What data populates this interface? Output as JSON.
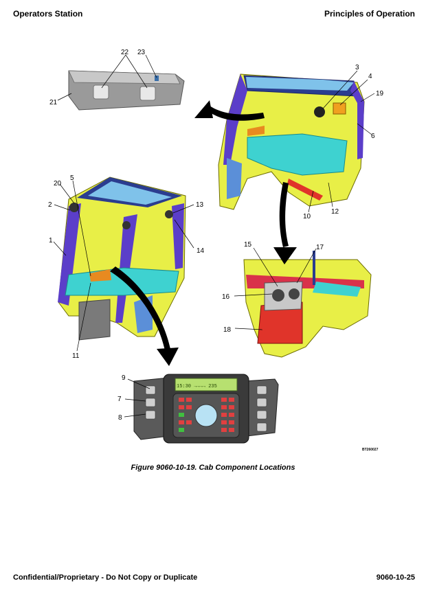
{
  "header": {
    "left": "Operators Station",
    "right": "Principles of Operation"
  },
  "figure": {
    "caption": "Figure 9060-10-19.  Cab Component Locations",
    "ref_code": "BT260027",
    "callouts": [
      "1",
      "2",
      "3",
      "4",
      "5",
      "6",
      "7",
      "8",
      "9",
      "10",
      "11",
      "12",
      "13",
      "14",
      "15",
      "16",
      "17",
      "18",
      "19",
      "20",
      "21",
      "22",
      "23"
    ],
    "display_text": "15:30   →→→→  235"
  },
  "footer": {
    "left": "Confidential/Proprietary - Do Not Copy or Duplicate",
    "right": "9060-10-25"
  }
}
